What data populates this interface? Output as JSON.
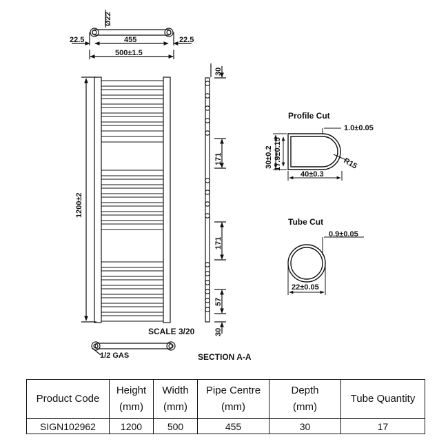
{
  "dimensions": {
    "inlet_diameter": "Ø22",
    "offset_left": "22.5",
    "pipe_centre": "455",
    "offset_right": "22.5",
    "overall_width": "500±1.5",
    "overall_height": "1200±2",
    "top_gap": "30",
    "section_gap_1": "171",
    "section_gap_2": "171",
    "bottom_spacing": "57",
    "bottom_gap": "30"
  },
  "labels": {
    "scale": "SCALE 3/20",
    "gas": "1/2 GAS",
    "section": "SECTION A-A"
  },
  "profile_cut": {
    "title": "Profile Cut",
    "wall": "1.0±0.05",
    "outer_height": "30±0.2",
    "inner_height": "17.9±0.15",
    "radius": "R15",
    "width": "40±0.3"
  },
  "tube_cut": {
    "title": "Tube Cut",
    "wall": "0.9±0.05",
    "diameter": "22±0.05"
  },
  "table": {
    "headers": [
      "Product Code",
      "Height\n(mm)",
      "Width\n(mm)",
      "Pipe Centre\n(mm)",
      "Depth\n(mm)",
      "Tube Quantity"
    ],
    "rows": [
      [
        "SIGN102962",
        "1200",
        "500",
        "455",
        "30",
        "17"
      ]
    ]
  },
  "colors": {
    "line": "#111111",
    "background": "#ffffff"
  }
}
